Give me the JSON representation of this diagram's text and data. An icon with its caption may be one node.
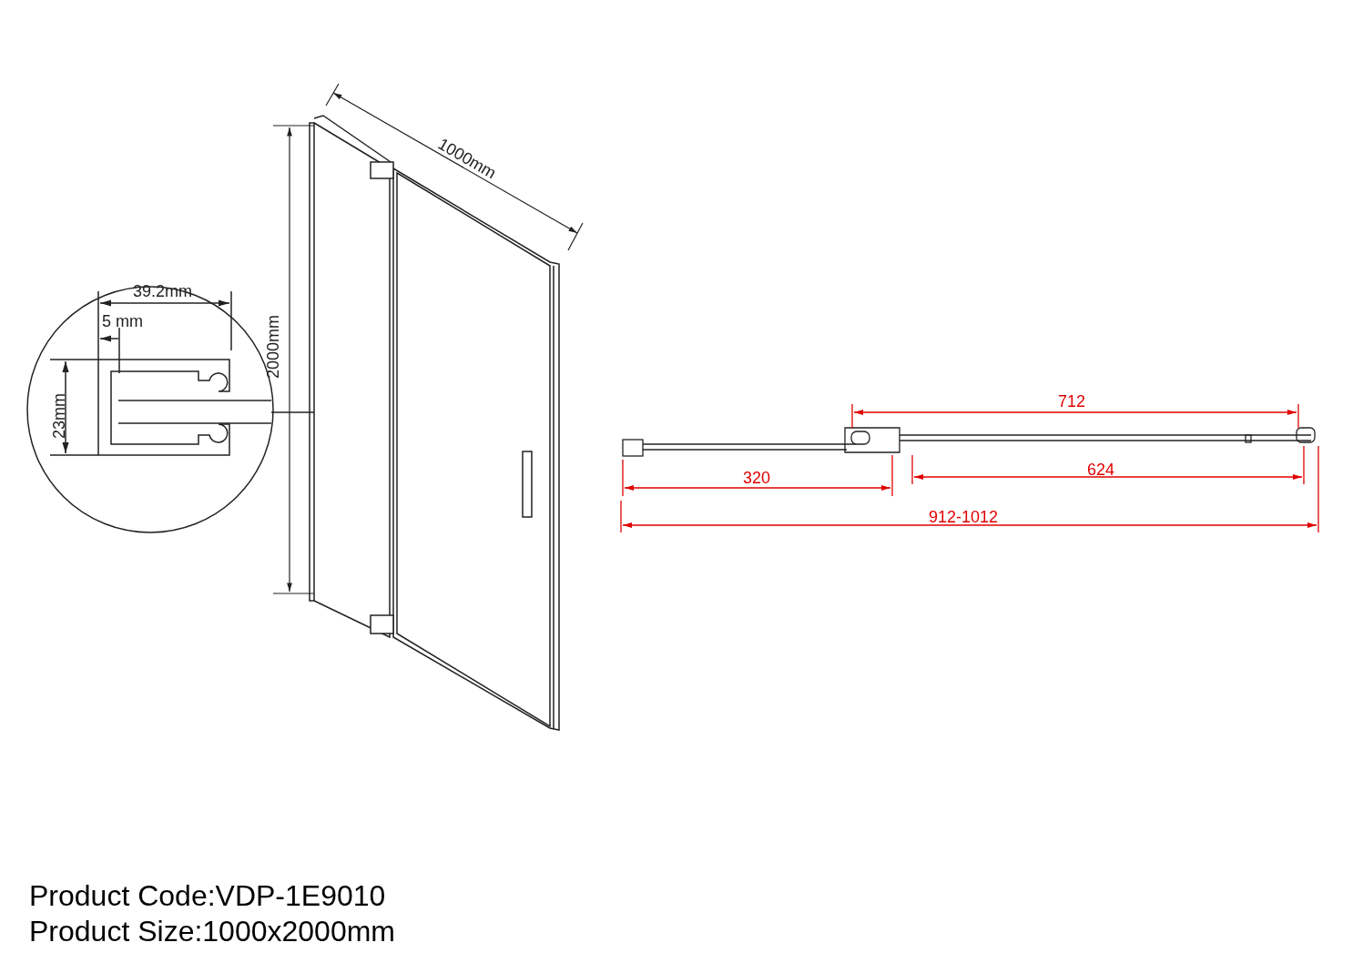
{
  "diagram": {
    "labels": [
      "1000mm",
      "2000mm",
      "39.2mm",
      "5 mm",
      "23mm",
      "712",
      "320",
      "624",
      "912-1012",
      "Product Code:VDP-1E9010",
      "Product Size:1000x2000mm"
    ]
  }
}
